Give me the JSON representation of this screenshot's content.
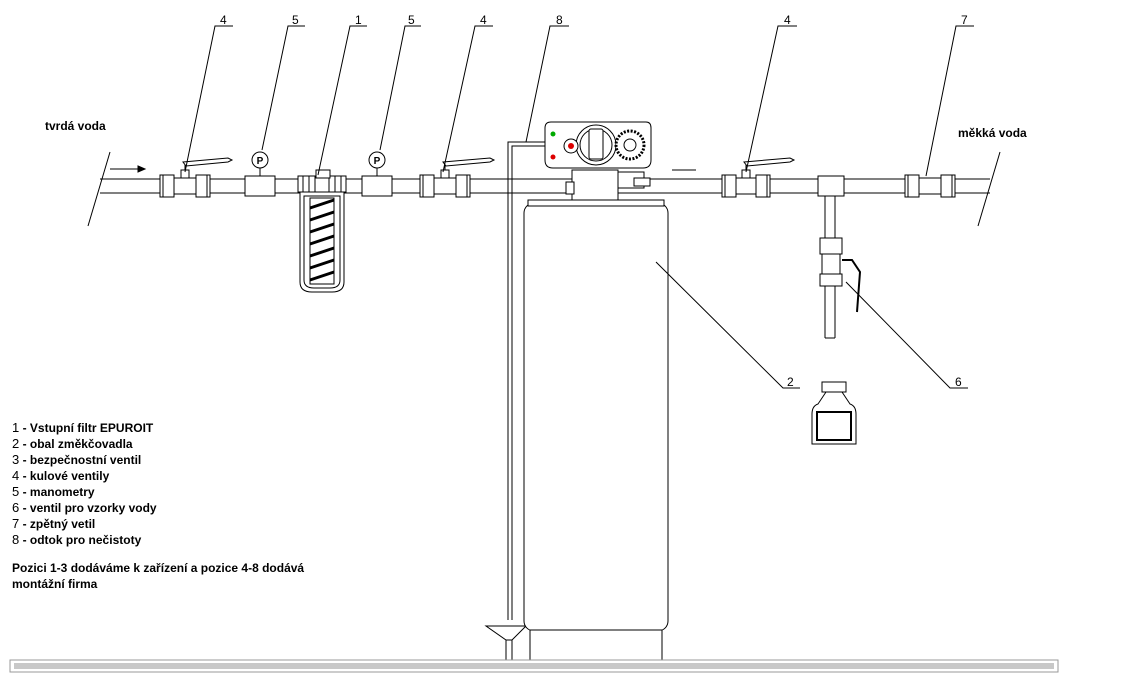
{
  "labels": {
    "inlet": "tvrdá voda",
    "outlet": "měkká voda"
  },
  "callouts": [
    "4",
    "5",
    "1",
    "5",
    "4",
    "8",
    "4",
    "7",
    "2",
    "6"
  ],
  "gauge_letter": "P",
  "legend": [
    {
      "num": "1",
      "text": " - Vstupní filtr EPUROIT"
    },
    {
      "num": "2",
      "text": " - obal změkčovadla"
    },
    {
      "num": "3",
      "text": " - bezpečnostní ventil"
    },
    {
      "num": "4",
      "text": " - kulové ventily"
    },
    {
      "num": "5",
      "text": " - manometry"
    },
    {
      "num": "6",
      "text": " - ventil pro vzorky vody"
    },
    {
      "num": "7",
      "text": " - zpětný vetil"
    },
    {
      "num": "8",
      "text": " - odtok pro nečistoty"
    }
  ],
  "note": {
    "line1": "Pozici 1-3 dodáváme k zařízení a pozice 4-8 dodává",
    "line2": "montážní firma"
  }
}
